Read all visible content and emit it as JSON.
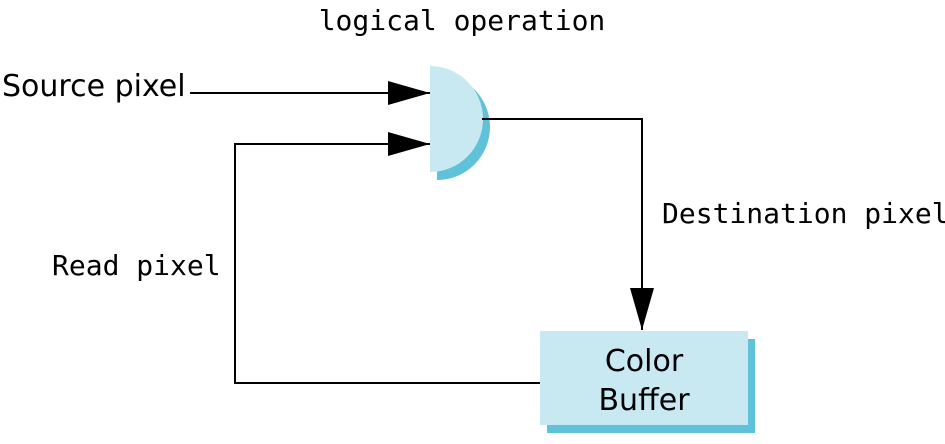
{
  "labels": {
    "logical_operation": "logical operation",
    "source_pixel": "Source pixel",
    "destination_pixel": "Destination pixel",
    "read_pixel": "Read pixel",
    "color_buffer_line1": "Color",
    "color_buffer_line2": "Buffer"
  },
  "colors": {
    "gate_fill": "#c9e9f2",
    "gate_shadow": "#5fc2d9",
    "buffer_fill": "#c9e9f2",
    "buffer_shadow": "#5fc2d9",
    "line": "#000000",
    "background": "#ffffff"
  }
}
